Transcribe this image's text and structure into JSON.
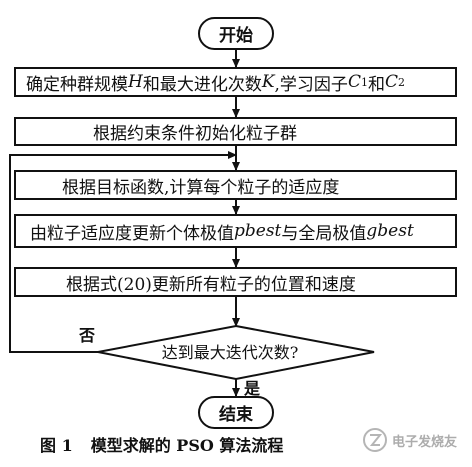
{
  "start": "开始",
  "steps": [
    {
      "label_before_h": "确定种群规模",
      "h": "H",
      "label_after_h": "和最大进化次数",
      "k": "K",
      "label_mid": ",学习因子",
      "c1": "C",
      "c1_sub": "1",
      "label_and": "和",
      "c2": "C",
      "c2_sub": "2"
    },
    {
      "text": "根据约束条件初始化粒子群"
    },
    {
      "text": "根据目标函数,计算每个粒子的适应度"
    },
    {
      "prefix": "由粒子适应度更新个体极值",
      "pbest": "pbest",
      "middle": "与全局极值",
      "gbest": "gbest"
    },
    {
      "text": "根据式(20)更新所有粒子的位置和速度"
    }
  ],
  "decision": "达到最大迭代次数?",
  "no_label": "否",
  "yes_label": "是",
  "end": "结束",
  "caption": {
    "figure": "图 1",
    "title": "模型求解的 PSO 算法流程"
  },
  "watermark": "电子发烧友"
}
